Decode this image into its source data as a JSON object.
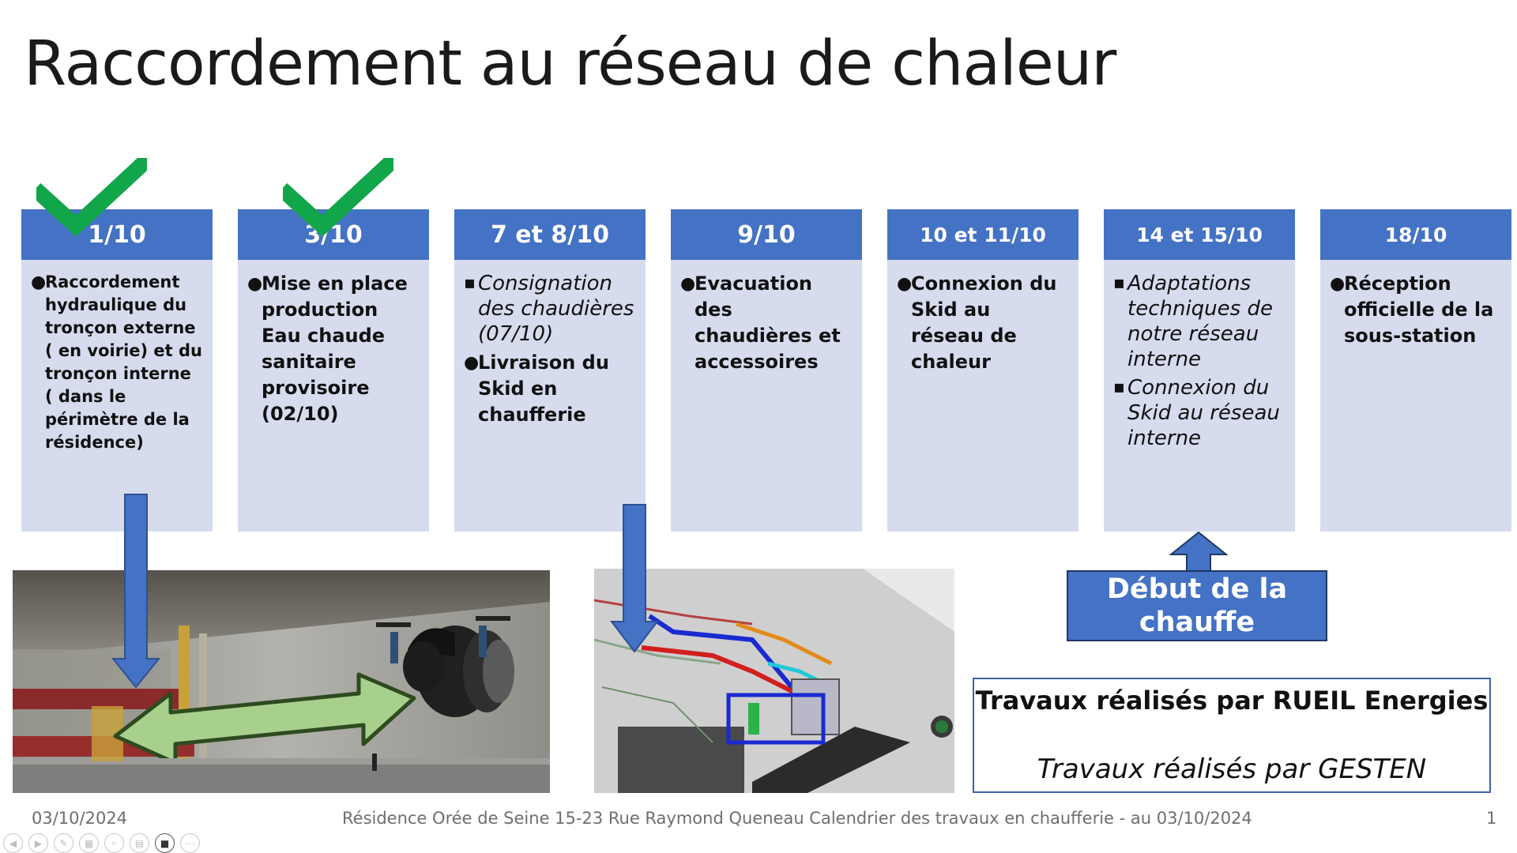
{
  "title": "Raccordement au réseau de chaleur",
  "colors": {
    "header_blue": "#4472c4",
    "column_fill": "#d6dcee",
    "check_green": "#12a64b",
    "arrow_fill": "#a8d08d"
  },
  "columns": [
    {
      "date": "1/10",
      "done": true,
      "items": [
        {
          "marker": "●",
          "text": "Raccordement hydraulique du tronçon externe ( en voirie)  et du tronçon interne ( dans le périmètre de la résidence)"
        }
      ]
    },
    {
      "date": "3/10",
      "done": true,
      "items": [
        {
          "marker": "●",
          "text": "Mise en place production Eau chaude sanitaire provisoire (02/10)"
        }
      ]
    },
    {
      "date": "7 et 8/10",
      "done": false,
      "items": [
        {
          "marker": "▪",
          "text": "Consignation des chaudières (07/10)"
        },
        {
          "marker": "●",
          "text": "Livraison du Skid en chaufferie"
        }
      ]
    },
    {
      "date": "9/10",
      "done": false,
      "items": [
        {
          "marker": "●",
          "text": "Evacuation des chaudières et accessoires"
        }
      ]
    },
    {
      "date": "10 et 11/10",
      "done": false,
      "items": [
        {
          "marker": "●",
          "text": "Connexion du Skid au réseau de chaleur"
        }
      ]
    },
    {
      "date": "14 et 15/10",
      "done": false,
      "items": [
        {
          "marker": "▪",
          "text": "Adaptations techniques de notre réseau interne"
        },
        {
          "marker": "▪",
          "text": "Connexion du Skid au réseau interne"
        }
      ]
    },
    {
      "date": "18/10",
      "done": false,
      "items": [
        {
          "marker": "●",
          "text": "Réception officielle de la sous-station"
        }
      ]
    }
  ],
  "start_label": "Début de la chauffe",
  "legend": {
    "rueil": "Travaux réalisés par RUEIL Energies",
    "gesten": "Travaux réalisés par GESTEN"
  },
  "footer": {
    "date": "03/10/2024",
    "text": "Résidence Orée de Seine 15-23 Rue Raymond Queneau Calendrier des travaux en chaufferie  - au 03/10/2024",
    "page": "1"
  },
  "toolbar": {
    "icons": [
      "previous-icon",
      "next-icon",
      "pen-icon",
      "slides-icon",
      "zoom-icon",
      "subtitles-icon",
      "camera-icon",
      "more-icon"
    ]
  }
}
